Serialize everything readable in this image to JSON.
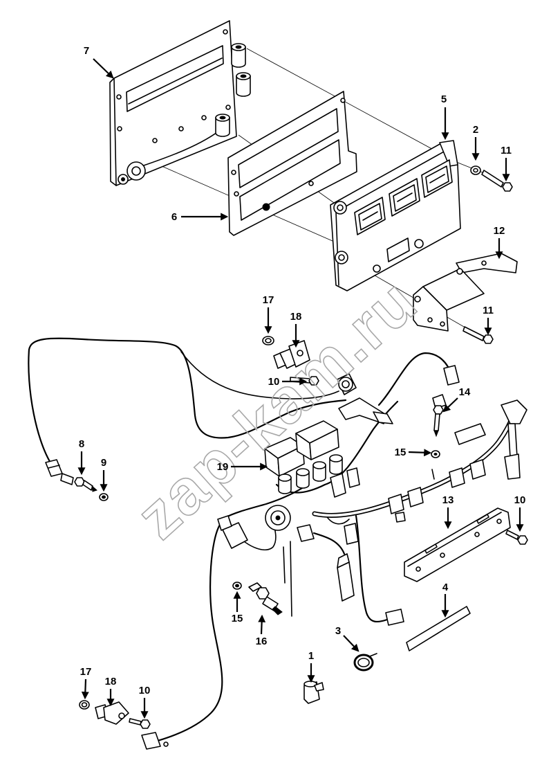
{
  "callouts": [
    {
      "label": "7"
    },
    {
      "label": "5"
    },
    {
      "label": "2"
    },
    {
      "label": "11"
    },
    {
      "label": "6"
    },
    {
      "label": "12"
    },
    {
      "label": "17"
    },
    {
      "label": "18"
    },
    {
      "label": "11"
    },
    {
      "label": "10"
    },
    {
      "label": "14"
    },
    {
      "label": "8"
    },
    {
      "label": "9"
    },
    {
      "label": "15"
    },
    {
      "label": "19"
    },
    {
      "label": "13"
    },
    {
      "label": "10"
    },
    {
      "label": "15"
    },
    {
      "label": "16"
    },
    {
      "label": "4"
    },
    {
      "label": "3"
    },
    {
      "label": "1"
    },
    {
      "label": "17"
    },
    {
      "label": "18"
    },
    {
      "label": "10"
    }
  ],
  "watermark": "zap-kam.ru",
  "colors": {
    "line": "#000000",
    "background": "#ffffff",
    "watermark": "#a8a8a8"
  }
}
